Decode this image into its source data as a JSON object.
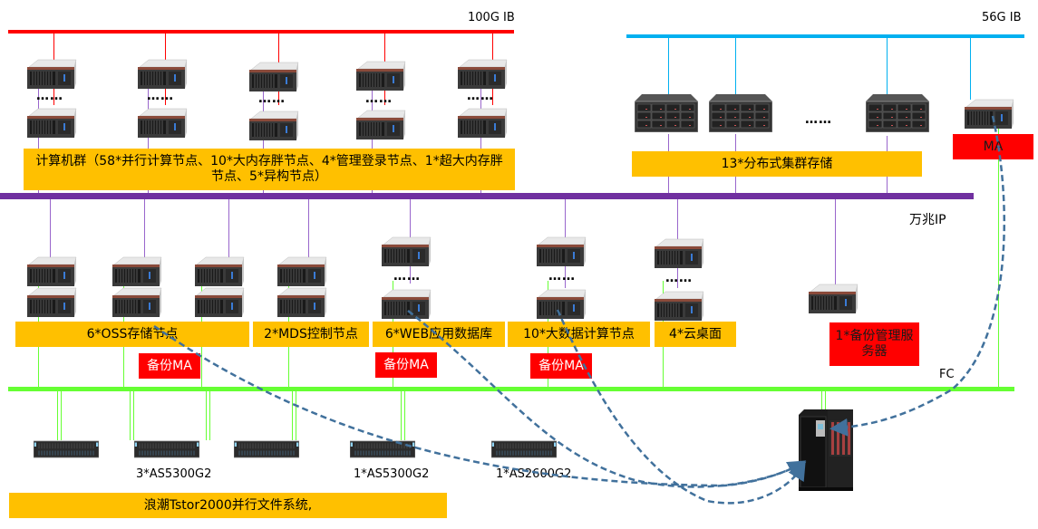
{
  "networks": {
    "ib100": {
      "label": "100G IB",
      "color": "#ff0000"
    },
    "ib56": {
      "label": "56G IB",
      "color": "#00b0f0"
    },
    "ip10g": {
      "label": "万兆IP",
      "color": "#7030a0"
    },
    "fc": {
      "label": "FC",
      "color": "#66ff33"
    }
  },
  "compute_cluster": {
    "label": "计算机群（58*并行计算节点、10*大内存胖节点、4*管理登录节点、1*超大内存胖节点、5*异构节点）",
    "ellipsis": "……"
  },
  "distributed_storage": {
    "label": "13*分布式集群存储",
    "ellipsis": "……"
  },
  "ma_top": {
    "label": "MA"
  },
  "node_groups": [
    {
      "label": "6*OSS存储节点",
      "backup": "备份MA"
    },
    {
      "label": "2*MDS控制节点"
    },
    {
      "label": "6*WEB应用数据库",
      "backup": "备份MA",
      "ellipsis": "……"
    },
    {
      "label": "10*大数据计算节点",
      "backup": "备份MA",
      "ellipsis": "……"
    },
    {
      "label": "4*云桌面",
      "ellipsis": "……"
    }
  ],
  "backup_server": {
    "label": "1*备份管理服务器"
  },
  "storage_arrays": [
    {
      "label": "3*AS5300G2"
    },
    {
      "label": "1*AS5300G2"
    },
    {
      "label": "1*AS2600G2"
    }
  ],
  "filesystem": {
    "label": "浪潮Tstor2000并行文件系统,"
  },
  "colors": {
    "yellow_box": "#ffc000",
    "red_box": "#ff0000",
    "dashed_arrow": "#41719c"
  }
}
